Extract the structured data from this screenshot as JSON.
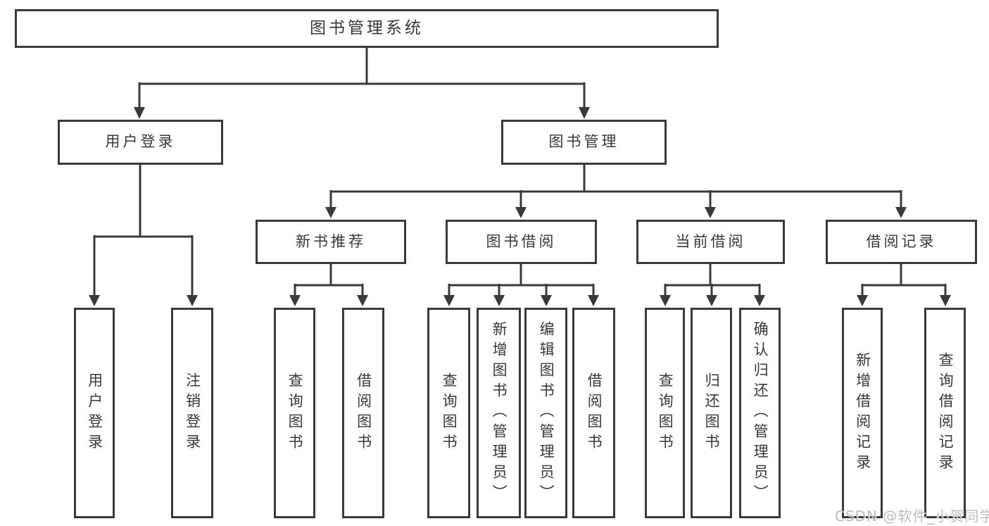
{
  "title": "图书管理系统",
  "watermark": "CSDN @软件_小贺同学",
  "colors": {
    "line": "#3a3a3a",
    "text": "#383838",
    "watermark": "#b5b5b5",
    "background": "#ffffff"
  },
  "tree": {
    "root": {
      "label": "图书管理系统"
    },
    "branches": [
      {
        "label": "用户登录",
        "children": [
          "用户登录",
          "注销登录"
        ]
      },
      {
        "label": "图书管理",
        "sections": [
          {
            "label": "新书推荐",
            "children": [
              "查询图书",
              "借阅图书"
            ]
          },
          {
            "label": "图书借阅",
            "children": [
              "查询图书",
              "新增图书（管理员）",
              "编辑图书（管理员）",
              "借阅图书"
            ]
          },
          {
            "label": "当前借阅",
            "children": [
              "查询图书",
              "归还图书",
              "确认归还（管理员）"
            ]
          },
          {
            "label": "借阅记录",
            "children": [
              "新增借阅记录",
              "查询借阅记录"
            ]
          }
        ]
      }
    ]
  }
}
